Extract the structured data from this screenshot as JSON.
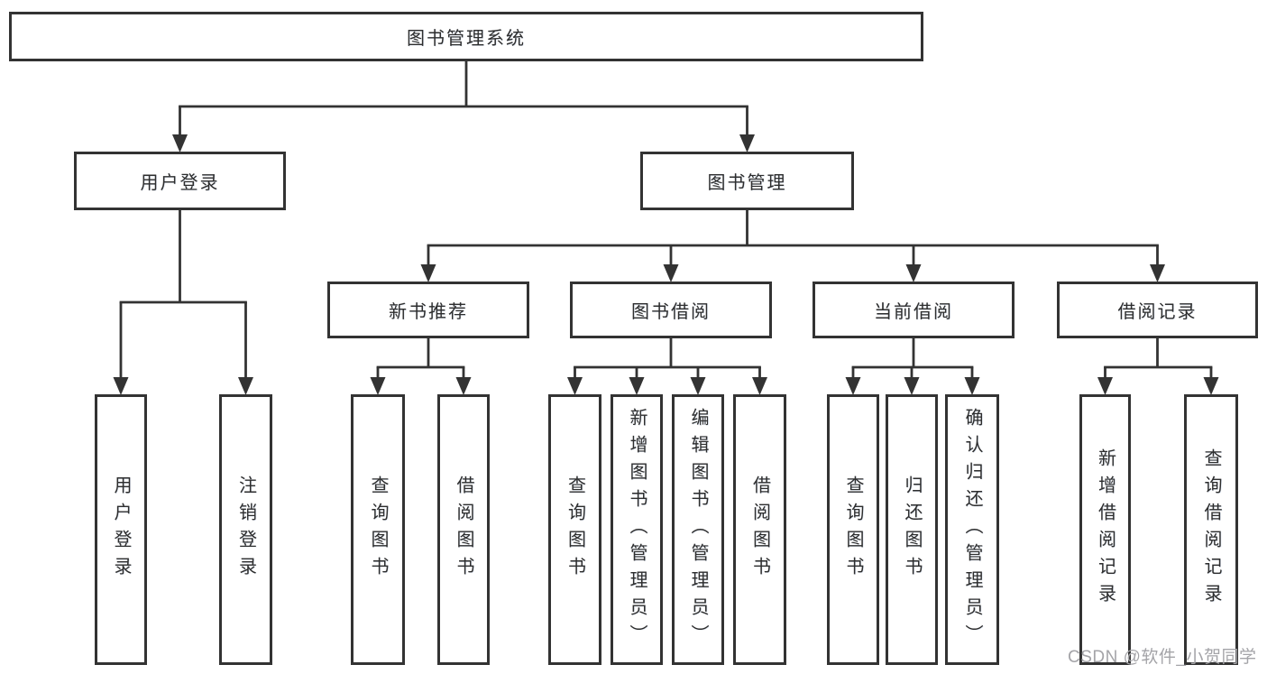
{
  "diagram": {
    "title": "图书管理系统",
    "nodes": [
      {
        "id": "root",
        "label": "图书管理系统",
        "parent": null,
        "orientation": "horizontal"
      },
      {
        "id": "login",
        "label": "用户登录",
        "parent": "root",
        "orientation": "horizontal"
      },
      {
        "id": "mgmt",
        "label": "图书管理",
        "parent": "root",
        "orientation": "horizontal"
      },
      {
        "id": "rec",
        "label": "新书推荐",
        "parent": "mgmt",
        "orientation": "horizontal"
      },
      {
        "id": "borrow",
        "label": "图书借阅",
        "parent": "mgmt",
        "orientation": "horizontal"
      },
      {
        "id": "current",
        "label": "当前借阅",
        "parent": "mgmt",
        "orientation": "horizontal"
      },
      {
        "id": "records",
        "label": "借阅记录",
        "parent": "mgmt",
        "orientation": "horizontal"
      },
      {
        "id": "leaf-user-login",
        "label": "用户登录",
        "parent": "login",
        "orientation": "vertical"
      },
      {
        "id": "leaf-logout",
        "label": "注销登录",
        "parent": "login",
        "orientation": "vertical"
      },
      {
        "id": "leaf-rec-query",
        "label": "查询图书",
        "parent": "rec",
        "orientation": "vertical"
      },
      {
        "id": "leaf-rec-borrow",
        "label": "借阅图书",
        "parent": "rec",
        "orientation": "vertical"
      },
      {
        "id": "leaf-borrow-query",
        "label": "查询图书",
        "parent": "borrow",
        "orientation": "vertical"
      },
      {
        "id": "leaf-borrow-add",
        "label": "新增图书（管理员）",
        "parent": "borrow",
        "orientation": "vertical"
      },
      {
        "id": "leaf-borrow-edit",
        "label": "编辑图书（管理员）",
        "parent": "borrow",
        "orientation": "vertical"
      },
      {
        "id": "leaf-borrow-borrow",
        "label": "借阅图书",
        "parent": "borrow",
        "orientation": "vertical"
      },
      {
        "id": "leaf-current-query",
        "label": "查询图书",
        "parent": "current",
        "orientation": "vertical"
      },
      {
        "id": "leaf-current-return",
        "label": "归还图书",
        "parent": "current",
        "orientation": "vertical"
      },
      {
        "id": "leaf-current-confirm",
        "label": "确认归还（管理员）",
        "parent": "current",
        "orientation": "vertical"
      },
      {
        "id": "leaf-records-add",
        "label": "新增借阅记录",
        "parent": "records",
        "orientation": "vertical"
      },
      {
        "id": "leaf-records-query",
        "label": "查询借阅记录",
        "parent": "records",
        "orientation": "vertical"
      }
    ]
  },
  "watermark": {
    "text": "CSDN @软件_小贺同学"
  },
  "colors": {
    "line": "#333333",
    "text": "#2e2e2e",
    "watermark": "#a4a4a8",
    "background": "#ffffff"
  }
}
